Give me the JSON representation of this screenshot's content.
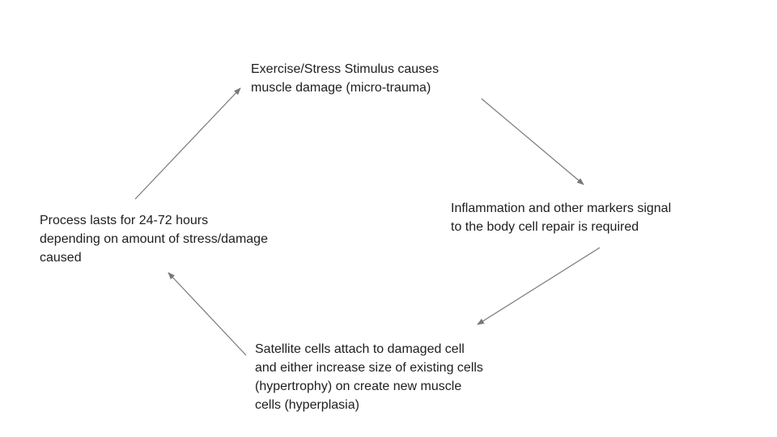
{
  "diagram": {
    "background_color": "#ffffff",
    "text_color": "#1e1e1e",
    "arrow_color": "#777777",
    "nodes": {
      "top": {
        "id": "exercise-stimulus",
        "lines": [
          "Exercise/Stress Stimulus causes",
          "muscle damage (micro-trauma)"
        ]
      },
      "right": {
        "id": "inflammation-signal",
        "lines": [
          "Inflammation and other markers signal",
          "to the body cell repair is required"
        ]
      },
      "bottom": {
        "id": "satellite-cells",
        "lines": [
          "Satellite cells attach to damaged cell",
          "and either increase size of existing cells",
          "(hypertrophy) on create new muscle",
          "cells (hyperplasia)"
        ]
      },
      "left": {
        "id": "process-duration",
        "lines": [
          "Process lasts for 24-72 hours",
          "depending on amount of stress/damage",
          "caused"
        ]
      }
    },
    "edges": [
      {
        "from": "exercise-stimulus",
        "to": "inflammation-signal"
      },
      {
        "from": "inflammation-signal",
        "to": "satellite-cells"
      },
      {
        "from": "satellite-cells",
        "to": "process-duration"
      },
      {
        "from": "process-duration",
        "to": "exercise-stimulus"
      }
    ]
  }
}
